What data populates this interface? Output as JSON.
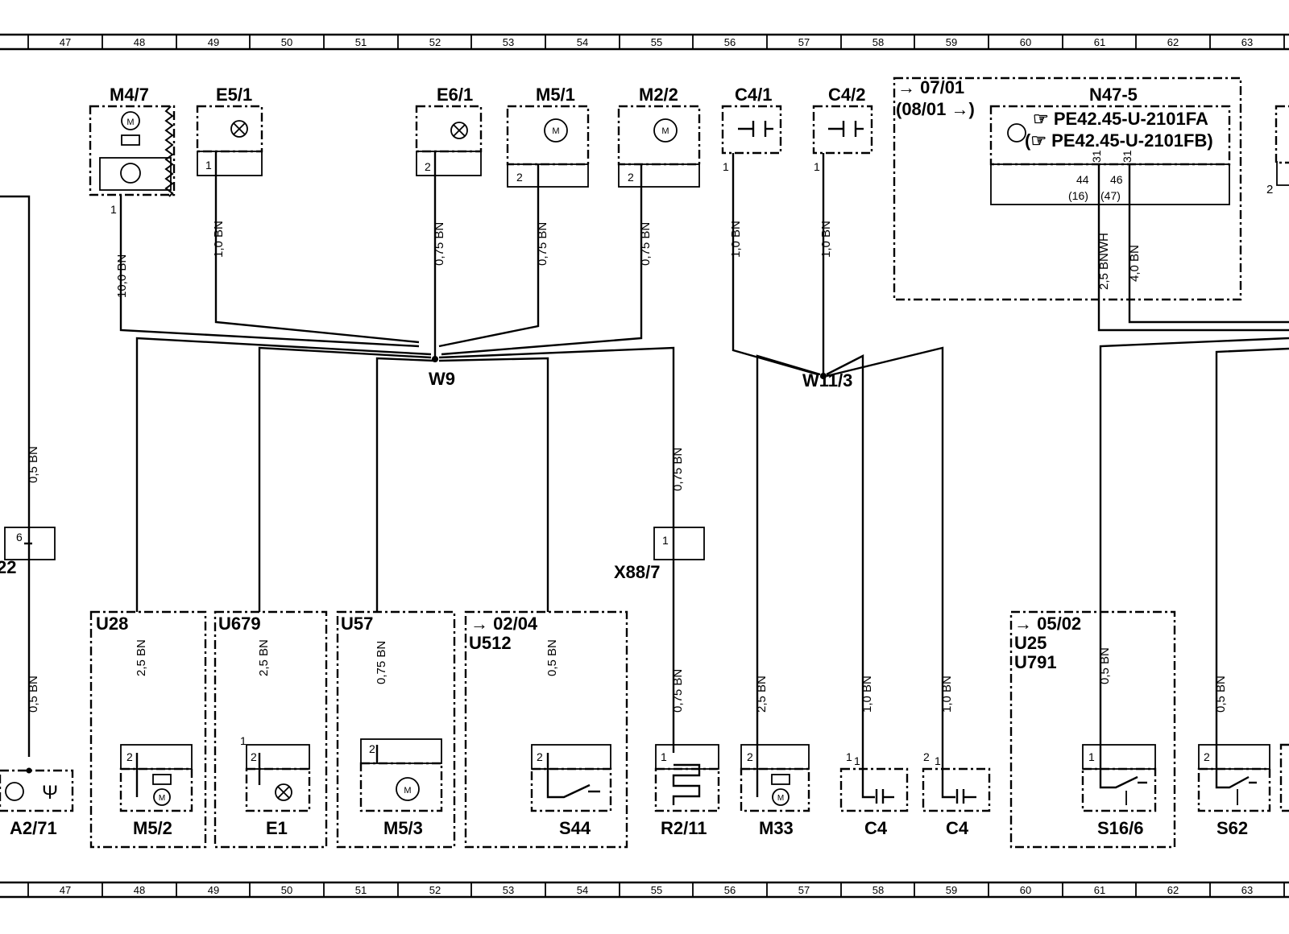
{
  "grid": [
    "47",
    "48",
    "49",
    "50",
    "51",
    "52",
    "53",
    "54",
    "55",
    "56",
    "57",
    "58",
    "59",
    "60",
    "61",
    "62",
    "63"
  ],
  "components": {
    "m4_7": "M4/7",
    "e5_1": "E5/1",
    "e6_1": "E6/1",
    "m5_1": "M5/1",
    "m2_2": "M2/2",
    "c4_1": "C4/1",
    "c4_2": "C4/2",
    "n47_5": "N47-5",
    "x88_7": "X88/7",
    "a2_71": "A2/71",
    "m5_2": "M5/2",
    "e1": "E1",
    "m5_3": "M5/3",
    "s44": "S44",
    "r2_11": "R2/11",
    "m33": "M33",
    "c4_a": "C4",
    "c4_b": "C4",
    "s16_6": "S16/6",
    "s62": "S62",
    "left_partial": "22"
  },
  "nodes": {
    "w9": "W9",
    "w11_3": "W11/3"
  },
  "groups": {
    "u28": "U28",
    "u679": "U679",
    "u57": "U57",
    "u512_ref": "→ 02/04",
    "u512": "U512",
    "u25_ref": "→ 05/02",
    "u25": "U25",
    "u791": "U791",
    "n47_ref": "→ 07/01",
    "n47_ref2": "(08/01 →)",
    "n47_note1": "☞ PE42.45-U-2101FA",
    "n47_note2": "(☞ PE42.45-U-2101FB)"
  },
  "wires": {
    "m4_7": "10,0 BN",
    "e5_1": "1,0 BN",
    "e6_1": "0,75 BN",
    "m5_1": "0,75 BN",
    "m2_2": "0,75 BN",
    "c4_1": "1,0 BN",
    "c4_2": "1,0 BN",
    "n47_a": "2,5 BNWH",
    "n47_b": "4,0 BN",
    "left_upper": "0,5 BN",
    "left_lower": "0,5 BN",
    "x88_upper": "0,75 BN",
    "r2_11": "0,75 BN",
    "m5_2": "2,5 BN",
    "e1": "2,5 BN",
    "m5_3": "0,75 BN",
    "s44": "0,5 BN",
    "m33": "2,5 BN",
    "c4_a": "1,0 BN",
    "c4_b": "1,0 BN",
    "s16_6": "0,5 BN",
    "s62": "0,5 BN"
  },
  "pins": {
    "m4_7": "1",
    "e5_1": "1",
    "e6_1": "2",
    "m5_1": "2",
    "m2_2": "2",
    "c4_1": "1",
    "c4_2": "1",
    "n47_31a": "31",
    "n47_31b": "31",
    "n47_44": "44",
    "n47_46": "46",
    "n47_16": "(16)",
    "n47_47": "(47)",
    "right_partial": "2",
    "x12_6": "6",
    "x88_7": "1",
    "m5_2": "2",
    "e1_outer": "1",
    "e1": "2",
    "m5_3": "2",
    "s44": "2",
    "r2_11": "1",
    "m33": "2",
    "c4_a_outer": "1",
    "c4_a": "1",
    "c4_b_outer": "2",
    "c4_b": "1",
    "s16_6": "1",
    "s62": "2"
  },
  "symbols": {
    "motor": "M"
  }
}
